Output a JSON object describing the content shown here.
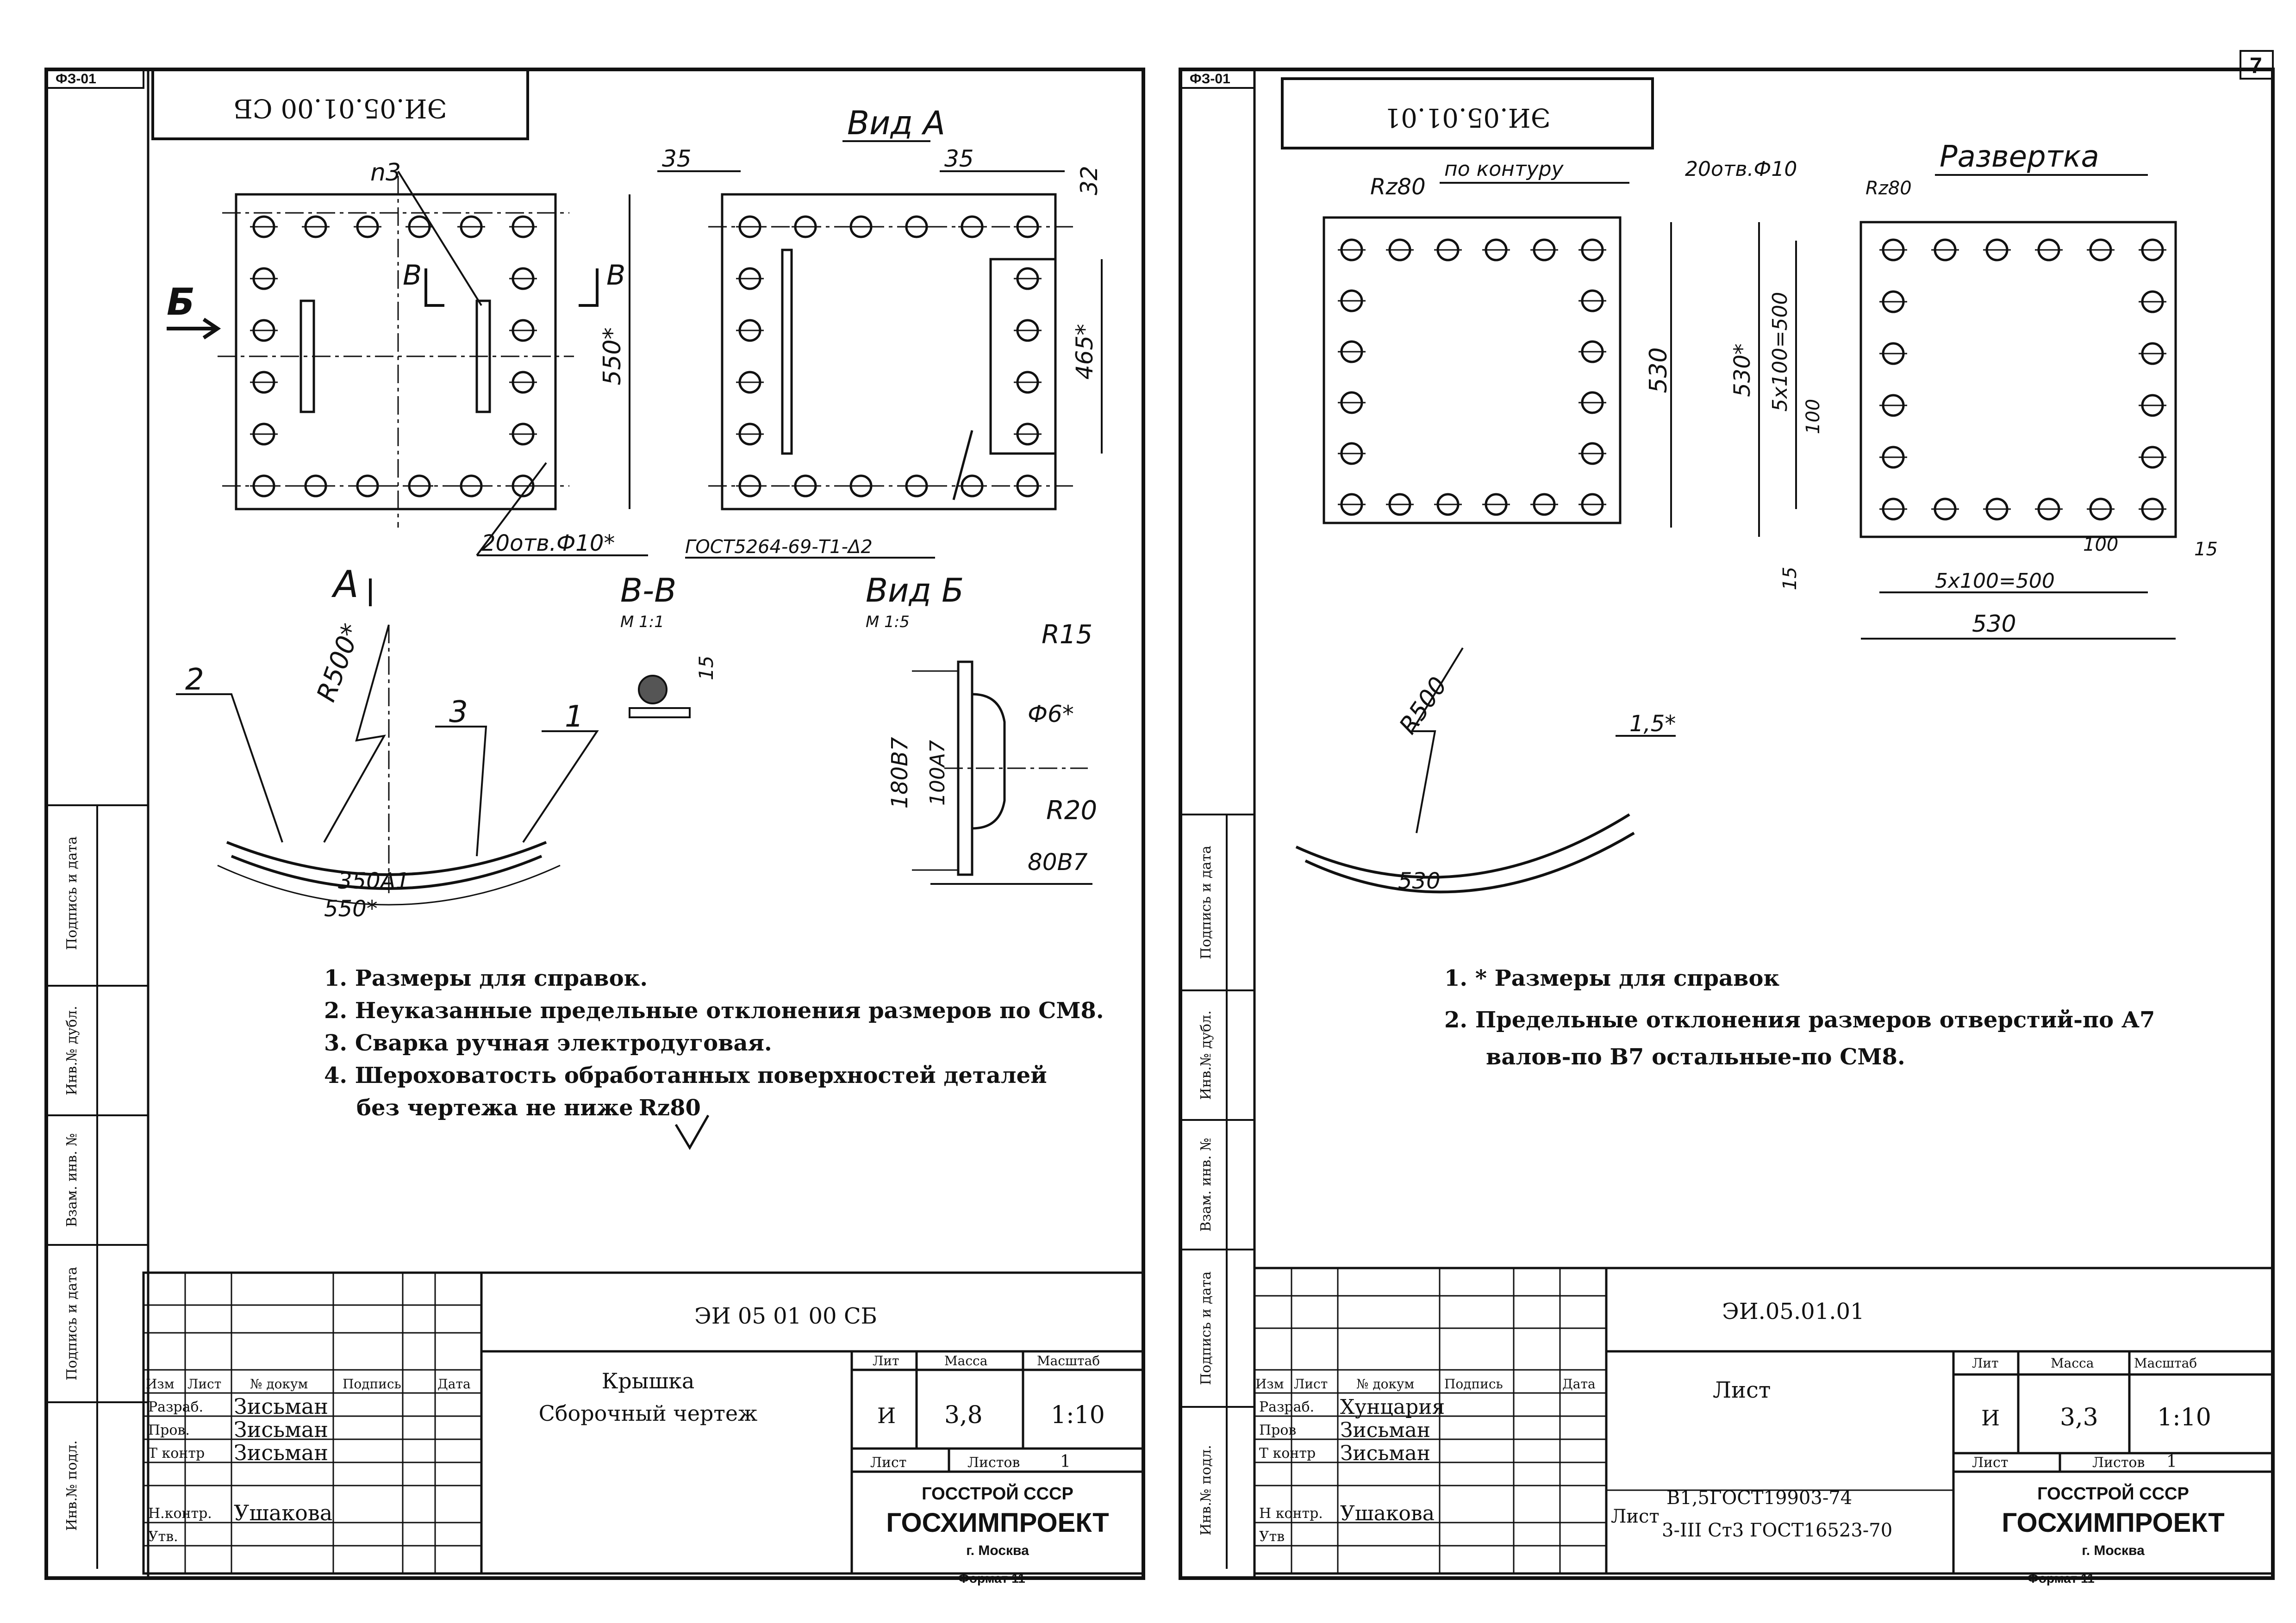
{
  "sheet1": {
    "corner_code": "ФЗ-01",
    "stamp_mirrored": "ЭИ.05.01.00 СБ",
    "view_a": "Вид А",
    "view_b": "Вид Б",
    "view_b_scale": "М 1:5",
    "section_bb": "В-В",
    "section_bb_scale": "М 1:1",
    "dim_35_left": "35",
    "dim_35_right": "35",
    "dim_32": "32",
    "dim_550": "550*",
    "dim_465": "465*",
    "label_n3": "n3",
    "label_holes": "20отв.Ф10*",
    "label_gost_weld": "ГОСТ5264-69-Т1-Δ2",
    "arrow_b": "Б",
    "arrow_v1": "В",
    "arrow_v2": "В",
    "arrow_a": "А",
    "radius_500": "R500*",
    "part_1": "1",
    "part_2": "2",
    "part_3": "3",
    "dim_350": "350А1",
    "dim_550_bottom": "550*",
    "weld_15": "15",
    "r15": "R15",
    "r20": "R20",
    "phi6": "Ф6*",
    "dim_180": "180В7",
    "dim_100": "100А7",
    "dim_80": "80В7",
    "notes": [
      "1. Размеры для справок.",
      "2. Неуказанные предельные отклонения размеров по СМ8.",
      "3. Сварка ручная электродуговая.",
      "4. Шероховатость обработанных поверхностей деталей",
      "без чертежа не ниже"
    ],
    "roughness": "Rz80",
    "doc_number": "ЭИ 05 01 00 СБ",
    "title_line1": "Крышка",
    "title_line2": "Сборочный чертеж",
    "col_headers": [
      "Изм",
      "Лист",
      "№ докум",
      "Подпись",
      "Дата"
    ],
    "roles": [
      "Разраб.",
      "Пров.",
      "Т контр",
      "",
      "Н.контр.",
      "Утв."
    ],
    "names": [
      "Зисьман",
      "Зисьман",
      "Зисьман",
      "",
      "Ушакова",
      ""
    ],
    "lit_label": "Лит",
    "mass_label": "Масса",
    "scale_label": "Масштаб",
    "lit_value": "И",
    "mass_value": "3,8",
    "scale_value": "1:10",
    "sheet_label": "Лист",
    "sheets_label": "Листов",
    "sheets_value": "1",
    "org1": "ГОССТРОЙ СССР",
    "org2": "ГОСХИМПРОЕКТ",
    "city": "г. Москва",
    "format": "Формат 11"
  },
  "sheet2": {
    "corner_code": "ФЗ-01",
    "page_number": "7",
    "stamp_mirrored": "ЭИ.05.01.01",
    "razvertka": "Развертка",
    "label_rz": "Rz80",
    "label_contour": "по контуру",
    "label_holes": "20отв.Ф10",
    "label_rz2": "Rz80",
    "dim_530_v1": "530",
    "dim_530_v2": "530*",
    "dim_5x100_v": "5х100=500",
    "dim_100_v": "100",
    "dim_15_v": "15",
    "dim_100_h": "100",
    "dim_15_h": "15",
    "dim_5x100_h": "5х100=500",
    "dim_530_h": "530",
    "radius_500": "R500",
    "dim_530_arc": "530",
    "thick": "1,5*",
    "notes": [
      "1. * Размеры для справок",
      "2. Предельные отклонения размеров отверстий-по А7",
      "валов-по В7 остальные-по СМ8."
    ],
    "doc_number": "ЭИ.05.01.01",
    "title_line1": "Лист",
    "col_headers": [
      "Изм",
      "Лист",
      "№ докум",
      "Подпись",
      "Дата"
    ],
    "roles": [
      "Разраб.",
      "Пров",
      "Т контр",
      "",
      "Н контр.",
      "Утв"
    ],
    "names": [
      "Хунцария",
      "Зисьман",
      "Зисьман",
      "",
      "Ушакова",
      ""
    ],
    "lit_label": "Лит",
    "mass_label": "Масса",
    "scale_label": "Масштаб",
    "lit_value": "И",
    "mass_value": "3,3",
    "scale_value": "1:10",
    "sheet_label": "Лист",
    "sheets_label": "Листов",
    "sheets_value": "1",
    "material_top": "В1,5ГОСТ19903-74",
    "material_label": "Лист",
    "material_bottom": "3-III Ст3 ГОСТ16523-70",
    "org1": "ГОССТРОЙ СССР",
    "org2": "ГОСХИМПРОЕКТ",
    "city": "г. Москва",
    "format": "Формат 11"
  },
  "side_labels": [
    "Подпись и дата",
    "Инв.№ дубл.",
    "Взам. инв. №",
    "Подпись и дата",
    "Инв.№ подл."
  ]
}
